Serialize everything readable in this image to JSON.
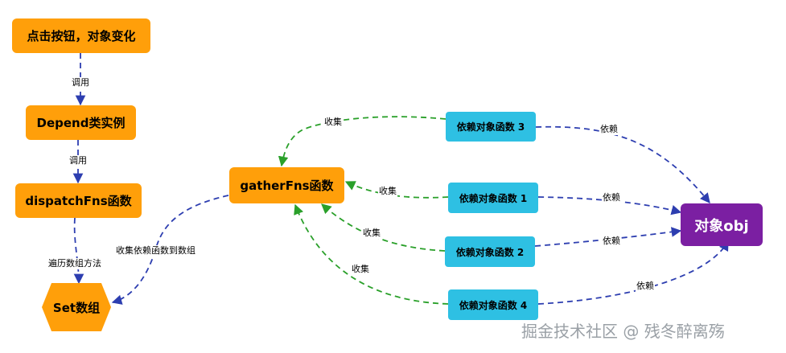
{
  "nodes": {
    "click": "点击按钮，对象变化",
    "depend": "Depend类实例",
    "dispatch": "dispatchFns函数",
    "set": "Set数组",
    "gather": "gatherFns函数",
    "dep3": "依赖对象函数 3",
    "dep1": "依赖对象函数 1",
    "dep2": "依赖对象函数 2",
    "dep4": "依赖对象函数 4",
    "obj": "对象obj"
  },
  "edge_labels": {
    "call1": "调用",
    "call2": "调用",
    "traverse": "遍历数组方法",
    "collect_to_array": "收集依赖函数到数组",
    "collect3": "收集",
    "collect1": "收集",
    "collect2": "收集",
    "collect4": "收集",
    "rely3": "依赖",
    "rely1": "依赖",
    "rely2": "依赖",
    "rely4": "依赖"
  },
  "colors": {
    "orange": "#ff9f0a",
    "blue": "#2ec0e3",
    "purple": "#7b1fa2",
    "dash_blue": "#2d3eb0",
    "dash_green": "#2aa02a"
  },
  "watermark": "掘金技术社区 @ 残冬醉离殇"
}
